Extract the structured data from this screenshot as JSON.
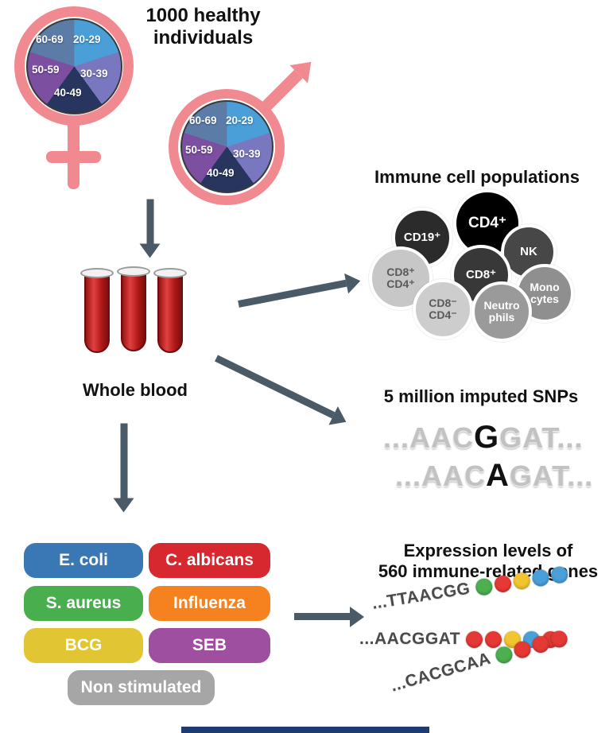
{
  "header": {
    "title": "1000 healthy\nindividuals"
  },
  "pie": {
    "segments": [
      {
        "label": "20-29",
        "color": "#4A9FD8"
      },
      {
        "label": "30-39",
        "color": "#7A77C1"
      },
      {
        "label": "40-49",
        "color": "#27355F"
      },
      {
        "label": "50-59",
        "color": "#7C4FA1"
      },
      {
        "label": "60-69",
        "color": "#5C7CA8"
      }
    ]
  },
  "blood": {
    "label": "Whole blood"
  },
  "immune": {
    "title": "Immune cell populations",
    "cells": [
      {
        "label": "CD19⁺",
        "bg": "#2B2B2B",
        "fg": "#FFFFFF"
      },
      {
        "label": "CD4⁺",
        "bg": "#000000",
        "fg": "#FFFFFF"
      },
      {
        "label": "NK",
        "bg": "#474747",
        "fg": "#FFFFFF"
      },
      {
        "label": "CD8⁺\nCD4⁺",
        "bg": "#C7C7C7",
        "fg": "#5A5A5A"
      },
      {
        "label": "CD8⁺",
        "bg": "#383838",
        "fg": "#FFFFFF"
      },
      {
        "label": "Mono\ncytes",
        "bg": "#8F8F8F",
        "fg": "#FFFFFF"
      },
      {
        "label": "CD8⁻\nCD4⁻",
        "bg": "#CDCDCD",
        "fg": "#5A5A5A"
      },
      {
        "label": "Neutro\nphils",
        "bg": "#9A9A9A",
        "fg": "#FFFFFF"
      }
    ]
  },
  "snps": {
    "title": "5 million imputed SNPs",
    "sequences": [
      {
        "prefix": "...AAC",
        "variant": "G",
        "suffix": "GAT..."
      },
      {
        "prefix": "...AAC",
        "variant": "A",
        "suffix": "GAT..."
      }
    ]
  },
  "stimulations": {
    "items": [
      {
        "label": "E. coli",
        "color": "#3A78B5"
      },
      {
        "label": "C. albicans",
        "color": "#D7282F"
      },
      {
        "label": "S. aureus",
        "color": "#49AE4D"
      },
      {
        "label": "Influenza",
        "color": "#F5821F"
      },
      {
        "label": "BCG",
        "color": "#E2C533"
      },
      {
        "label": "SEB",
        "color": "#9F4FA0"
      },
      {
        "label": "Non stimulated",
        "color": "#A6A6A6"
      }
    ]
  },
  "expression": {
    "title": "Expression levels of\n560 immune-related genes",
    "rows": [
      {
        "seq": "...TTAACGG",
        "dots": [
          "#4CAF50",
          "#E53935",
          "#F2C430",
          "#4A9FD8",
          "#4A9FD8"
        ]
      },
      {
        "seq": "...AACGGAT",
        "dots": [
          "#E53935",
          "#E53935",
          "#F2C430",
          "#4A9FD8",
          "#E53935"
        ]
      },
      {
        "seq": "...CACGCAA",
        "dots": [
          "#4CAF50",
          "#E53935",
          "#E53935",
          "#E53935"
        ]
      }
    ]
  },
  "colors": {
    "pink": "#F18A90",
    "arrow": "#4A5A66",
    "snp_gray": "#C2C2C2",
    "snp_variant": "#111111",
    "seq_text": "#4A4A4A",
    "footer": "#1F3B73"
  }
}
